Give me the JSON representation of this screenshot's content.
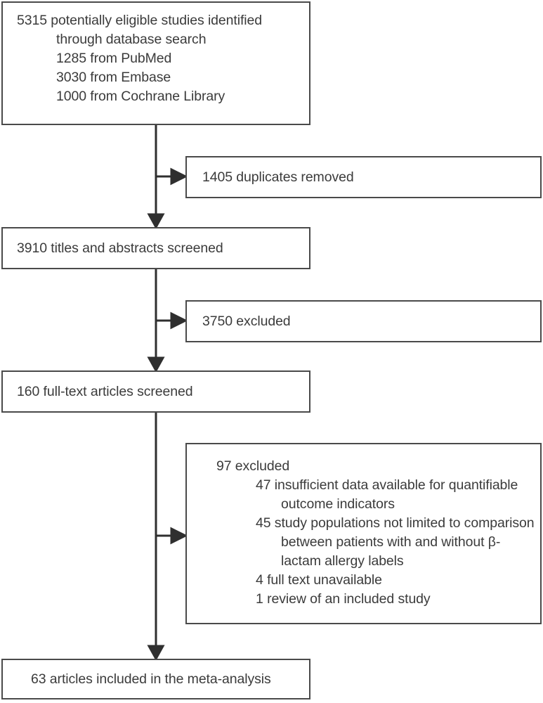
{
  "diagram": {
    "type": "prisma-flow-diagram",
    "line_color": "#4a4a4a",
    "text_color": "#3b3b3b",
    "background": "#ffffff",
    "nodes": {
      "identified": {
        "label": "5315 potentially eligible studies identified through database search\n1285 from PubMed\n3030 from Embase\n1000 from Cochrane Library",
        "count": 5315,
        "sources": [
          {
            "count": 1285,
            "name": "PubMed"
          },
          {
            "count": 3030,
            "name": "Embase"
          },
          {
            "count": 1000,
            "name": "Cochrane Library"
          }
        ]
      },
      "duplicates_removed": {
        "label": "1405 duplicates removed",
        "count": 1405
      },
      "titles_screened": {
        "label": "3910 titles and abstracts screened",
        "count": 3910
      },
      "titles_excluded": {
        "label": "3750 excluded",
        "count": 3750
      },
      "fulltext_screened": {
        "label": "160 full-text articles screened",
        "count": 160
      },
      "fulltext_excluded": {
        "heading": "97 excluded",
        "count": 97,
        "reasons": [
          "47 insufficient data available for quantifiable outcome indicators",
          "45 study populations not limited to comparison between patients with and without β-lactam allergy labels",
          "4 full text unavailable",
          "1 review of an included study"
        ]
      },
      "included": {
        "label": "63 articles included in the meta-analysis",
        "count": 63
      }
    },
    "connectors": [
      {
        "name": "identified-to-titles",
        "kind": "vertical-arrow"
      },
      {
        "name": "identified-to-duplicates",
        "kind": "branch-arrow"
      },
      {
        "name": "titles-to-fulltext",
        "kind": "vertical-arrow"
      },
      {
        "name": "titles-to-excluded",
        "kind": "branch-arrow"
      },
      {
        "name": "fulltext-to-included",
        "kind": "vertical-arrow"
      },
      {
        "name": "fulltext-to-excluded",
        "kind": "branch-arrow"
      }
    ]
  }
}
